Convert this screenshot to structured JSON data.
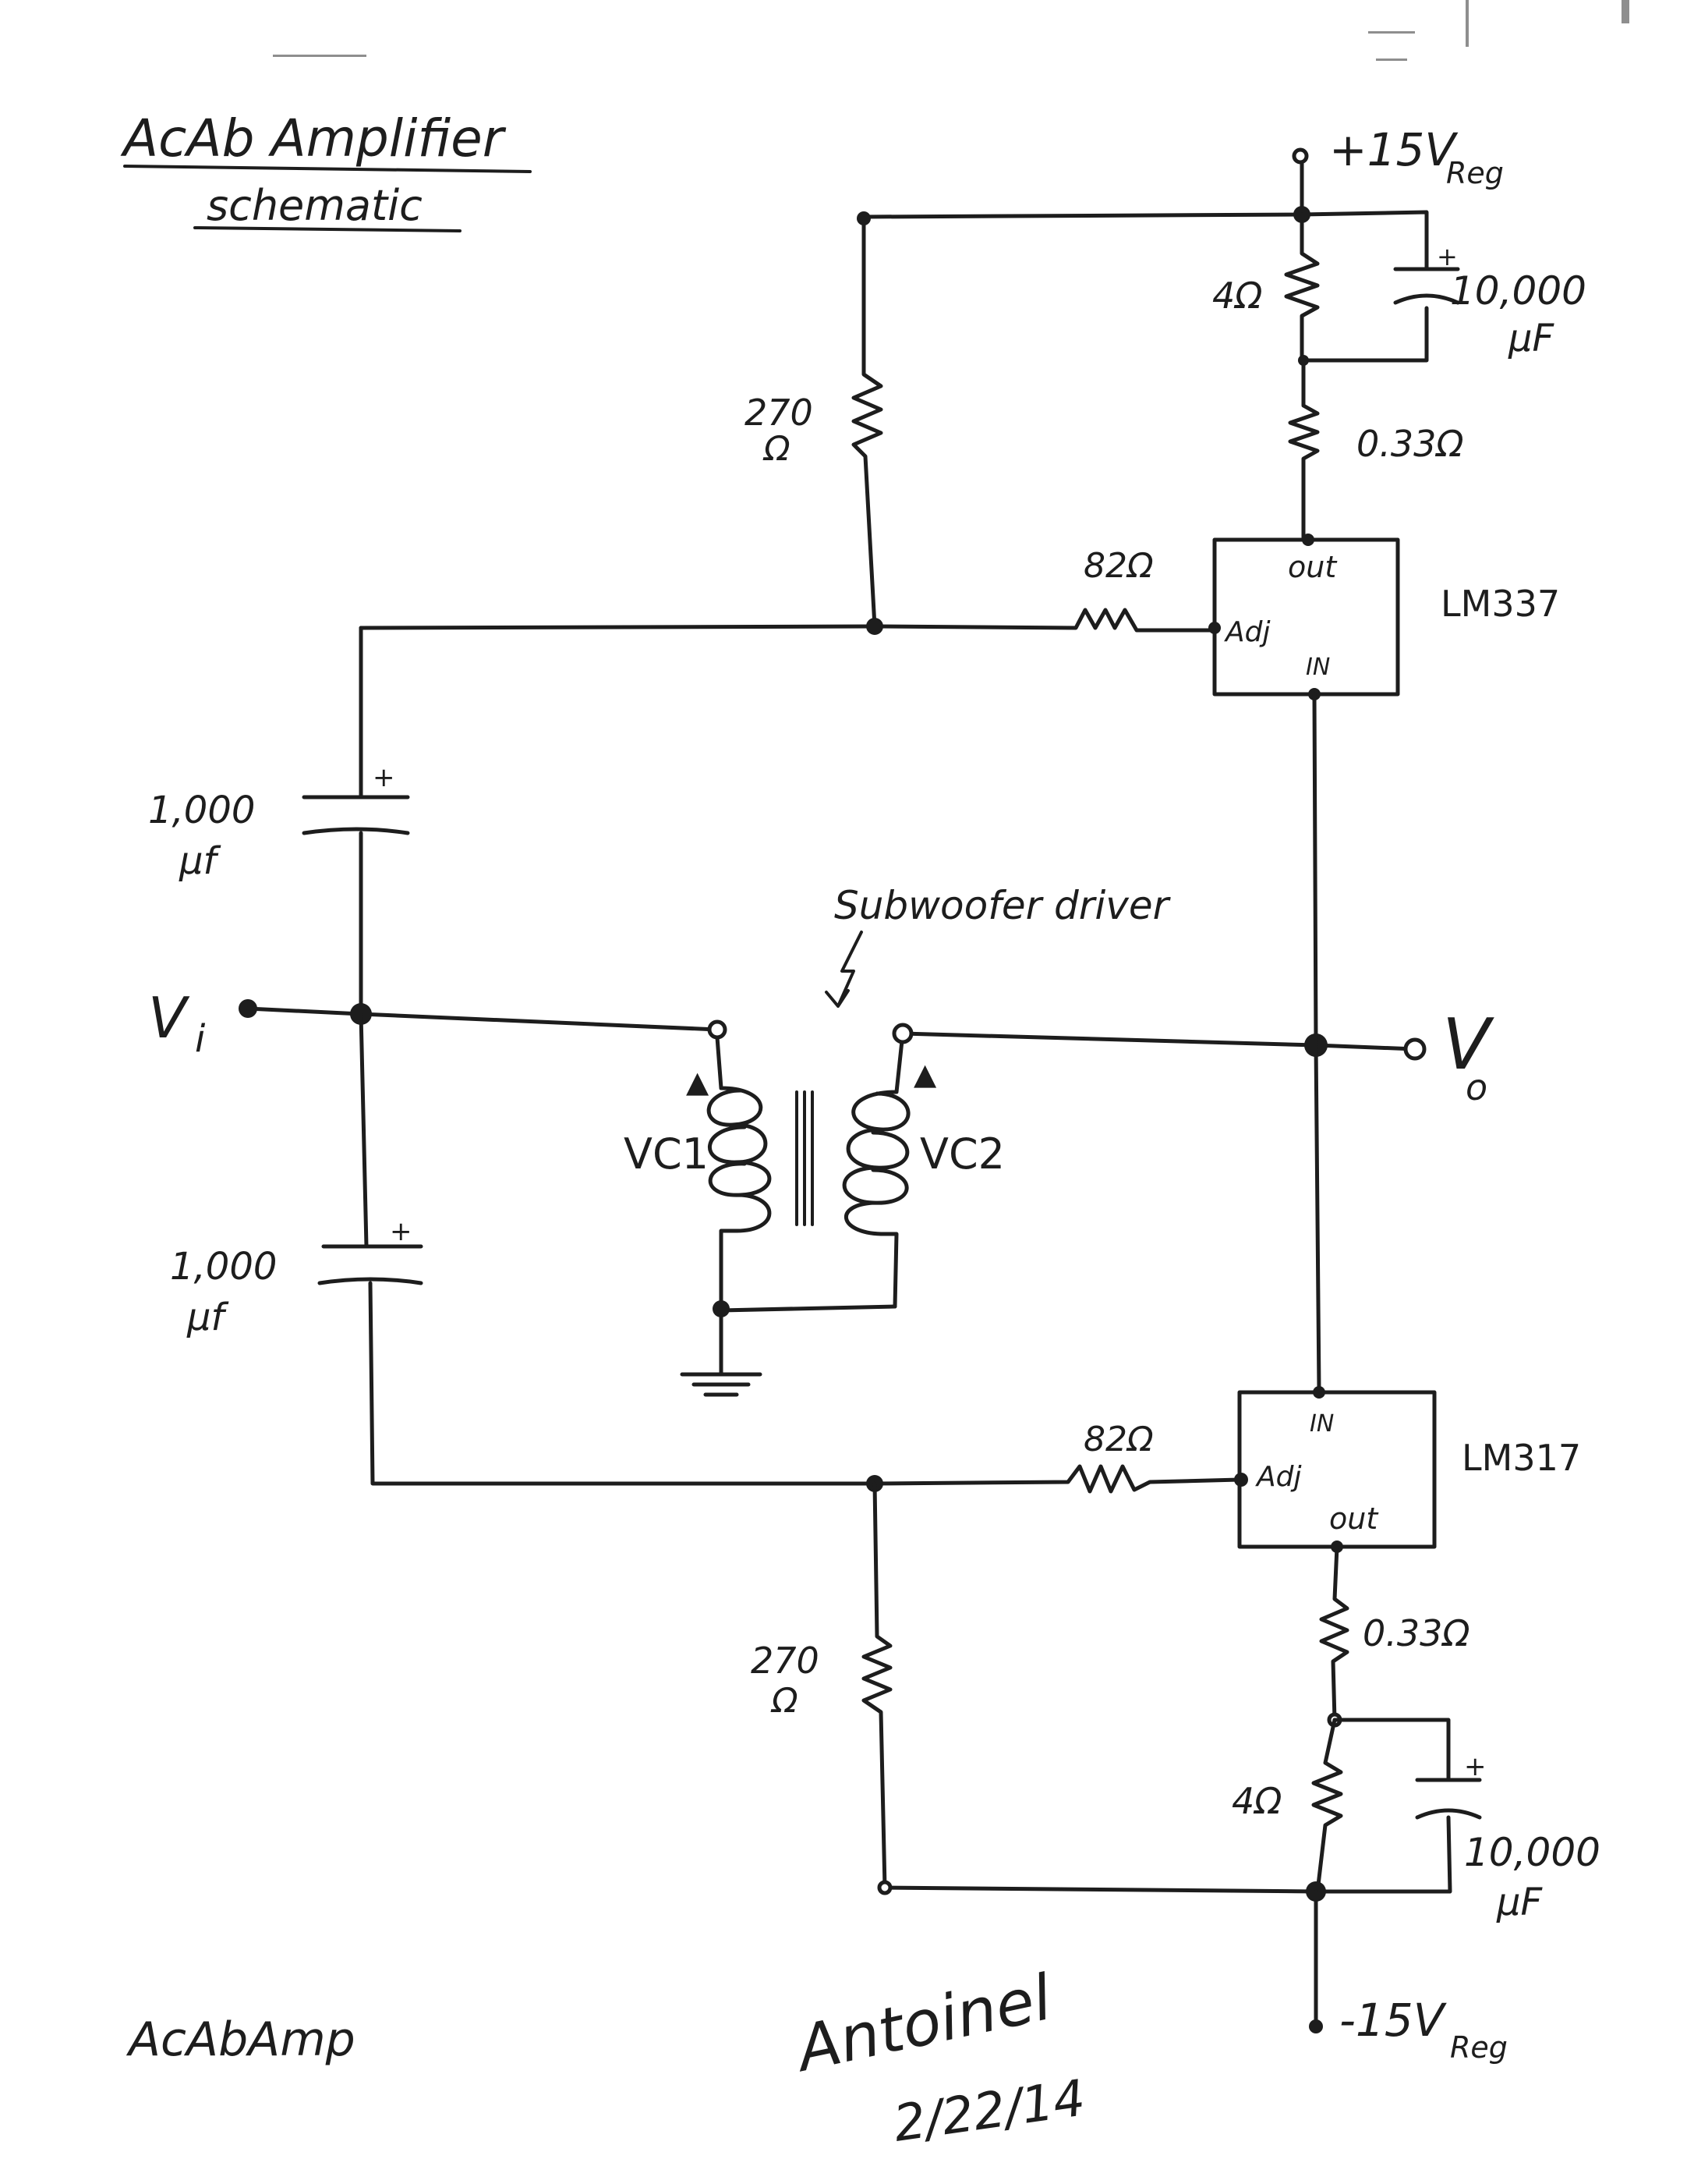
{
  "title": "AcAb Amplifier",
  "subtitle": "schematic",
  "supplies": {
    "positive": {
      "label": "+15V",
      "subscript": "Reg"
    },
    "negative": {
      "label": "-15V",
      "subscript": "Reg"
    }
  },
  "regulators": {
    "upper": {
      "name": "LM337",
      "out": "out",
      "adj": "Adj",
      "in": "IN"
    },
    "lower": {
      "name": "LM317",
      "out": "out",
      "adj": "Adj",
      "in": "IN"
    }
  },
  "components": {
    "upper": {
      "r_4ohm": "4Ω",
      "r_033": "0.33Ω",
      "r_82": "82Ω",
      "r_270": "270",
      "r_270_unit": "Ω",
      "cap_value": "10,000",
      "cap_unit": "µF",
      "cap_plus": "+"
    },
    "lower": {
      "r_4ohm": "4Ω",
      "r_033": "0.33Ω",
      "r_82": "82Ω",
      "r_270": "270",
      "r_270_unit": "Ω",
      "cap_value": "10,000",
      "cap_unit": "µF",
      "cap_plus": "+"
    },
    "coupling_upper": {
      "value": "1,000",
      "unit": "µf",
      "plus": "+"
    },
    "coupling_lower": {
      "value": "1,000",
      "unit": "µf",
      "plus": "+"
    }
  },
  "signals": {
    "input": "V",
    "input_sub": "i",
    "output": "V",
    "output_sub": "o"
  },
  "driver": {
    "label": "Subwoofer driver",
    "coil1": "VC1",
    "coil2": "VC2",
    "polarity_mark": "▲"
  },
  "footer": {
    "label": "AcAbAmp",
    "author": "Antoinel",
    "date": "2/22/14"
  }
}
